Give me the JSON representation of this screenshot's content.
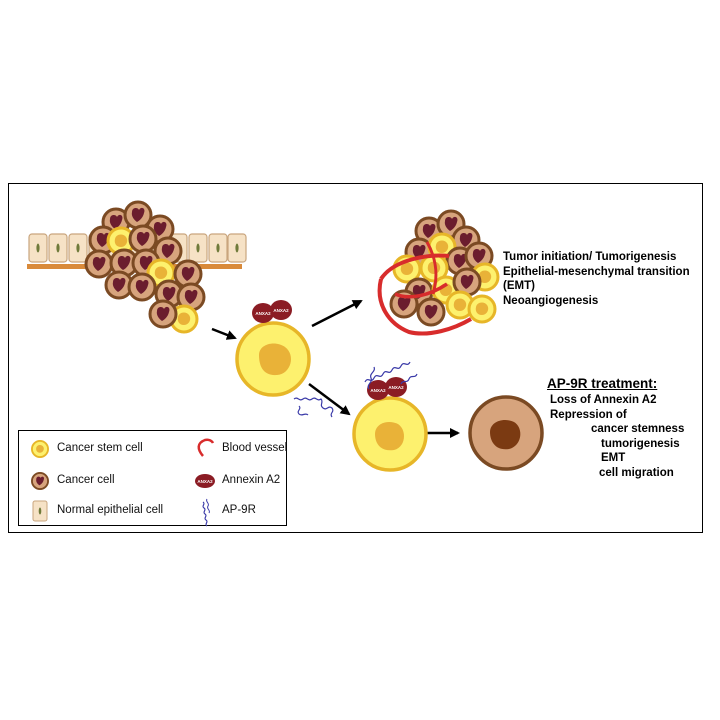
{
  "outcomes": {
    "lines": [
      "Tumor initiation/ Tumorigenesis",
      "Epithelial-mesenchymal transition",
      "(EMT)",
      "Neoangiogenesis"
    ]
  },
  "treatment": {
    "title": "AP-9R treatment:",
    "loss": "Loss of Annexin A2",
    "repression": "Repression of",
    "items": [
      "cancer stemness",
      "tumorigenesis",
      "EMT",
      "cell migration"
    ]
  },
  "legend": {
    "cancer_stem_cell": "Cancer stem cell",
    "cancer_cell": "Cancer cell",
    "normal_epithelial_cell": "Normal epithelial cell",
    "blood_vessel": "Blood vessel",
    "annexin_a2": "Annexin A2",
    "ap9r": "AP-9R"
  },
  "annexin_tag": "ANXA2",
  "colors": {
    "stem_cell_fill": "#fdf16e",
    "stem_cell_border": "#e7b628",
    "stem_nucleus": "#e9b238",
    "cancer_cell_fill": "#d7a47d",
    "cancer_cell_border": "#7b4a23",
    "cancer_nucleus": "#6b1d2e",
    "epithelial_fill": "#f6e2c6",
    "epithelial_border": "#c9a57e",
    "basement": "#d98a3a",
    "blood_vessel": "#d82c2c",
    "annexin": "#8b1c24",
    "ap9r": "#3a3aa8"
  }
}
